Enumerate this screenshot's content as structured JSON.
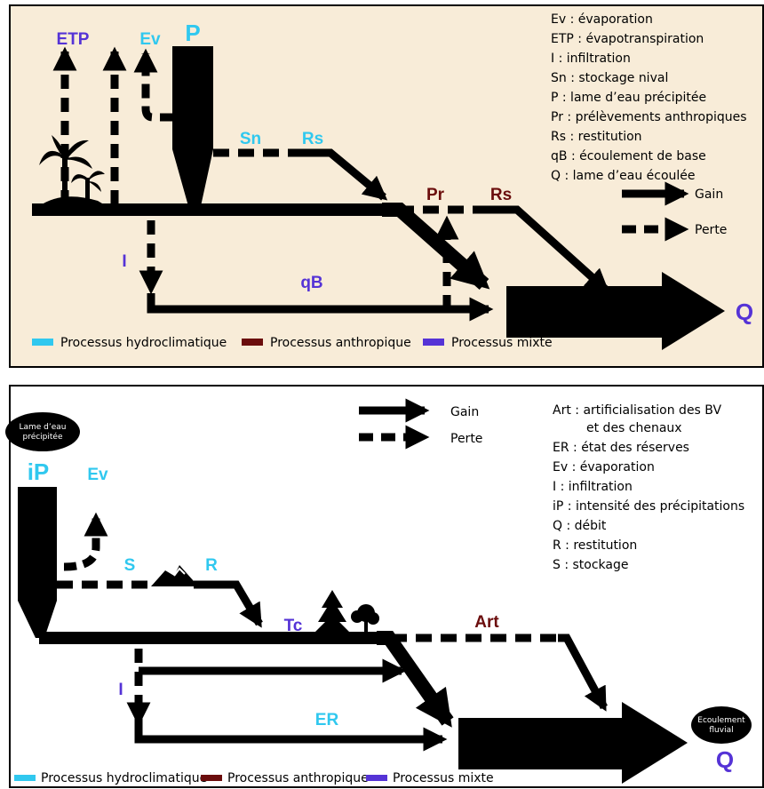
{
  "colors": {
    "hydro": "#30c8ef",
    "anthro": "#6b0d0d",
    "mixed": "#5533d6",
    "panel_bg": "#f8ecd8",
    "arrow": "#000000"
  },
  "top": {
    "labels": {
      "etp": "ETP",
      "ev": "Ev",
      "p": "P",
      "sn": "Sn",
      "rs1": "Rs",
      "pr": "Pr",
      "rs2": "Rs",
      "i": "I",
      "qb": "qB",
      "q": "Q"
    },
    "legend": [
      "Ev : évaporation",
      "ETP : évapotranspiration",
      "I : infiltration",
      "Sn : stockage nival",
      "P : lame d’eau précipitée",
      "Pr : prélèvements anthropiques",
      "Rs : restitution",
      "qB : écoulement de base",
      "Q : lame d’eau écoulée"
    ],
    "gain": "Gain",
    "perte": "Perte",
    "process_legend": [
      "Processus hydroclimatique",
      "Processus anthropique",
      "Processus mixte"
    ]
  },
  "bottom": {
    "labels": {
      "ip": "iP",
      "ev": "Ev",
      "s": "S",
      "r": "R",
      "tc": "Tc",
      "art": "Art",
      "i": "I",
      "er": "ER",
      "q": "Q"
    },
    "badge_left": [
      "Lame d’eau",
      "précipitée"
    ],
    "badge_right": [
      "Ecoulement",
      "fluvial"
    ],
    "legend": [
      "Art : artificialisation des BV",
      "et des chenaux",
      "ER : état des réserves",
      "Ev : évaporation",
      "I : infiltration",
      "iP : intensité des précipitations",
      "Q : débit",
      "R : restitution",
      "S : stockage"
    ],
    "gain": "Gain",
    "perte": "Perte",
    "process_legend": [
      "Processus hydroclimatique",
      "Processus anthropique",
      "Processus mixte"
    ]
  }
}
